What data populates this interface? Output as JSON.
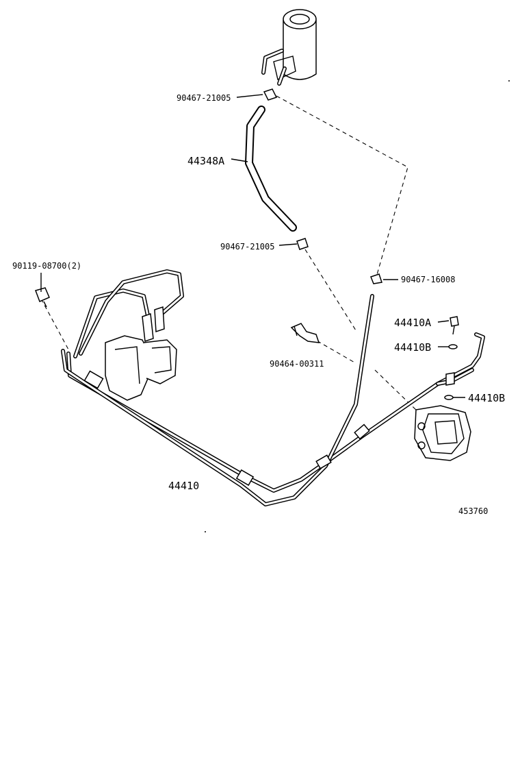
{
  "labels": {
    "hose_clamp_upper": "90467-21005",
    "return_hose": "44348A",
    "hose_clamp_lower": "90467-21005",
    "clip_small": "90467-16008",
    "union_bolt": "90119-08700(2)",
    "union_bolt_44410a": "44410A",
    "gasket_44410b_upper": "44410B",
    "clamp_bracket": "90464-00311",
    "gasket_44410b_lower": "44410B",
    "tube_assembly": "44410",
    "diagram_id": "453760"
  }
}
